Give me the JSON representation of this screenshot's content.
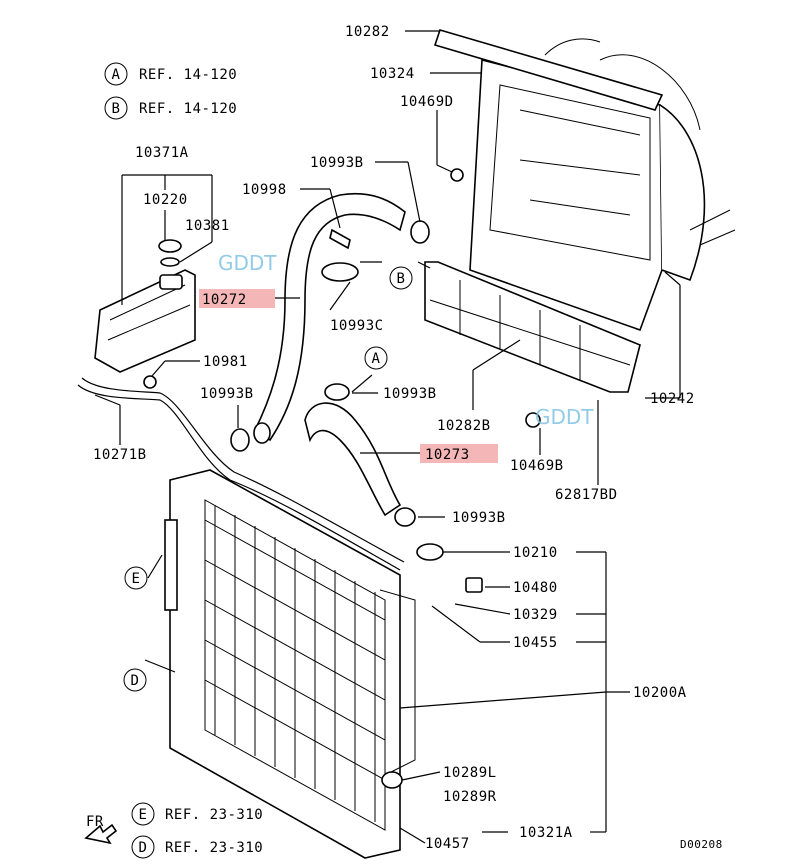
{
  "refs": [
    {
      "letter": "A",
      "text": "REF. 14-120"
    },
    {
      "letter": "B",
      "text": "REF. 14-120"
    },
    {
      "letter": "E",
      "text": "REF. 23-310"
    },
    {
      "letter": "D",
      "text": "REF. 23-310"
    }
  ],
  "callouts": {
    "A": "A",
    "B": "B",
    "E": "E",
    "D": "D"
  },
  "labels": {
    "p10282": "10282",
    "p10324": "10324",
    "p10469D": "10469D",
    "p10371A": "10371A",
    "p10220": "10220",
    "p10381": "10381",
    "p10998": "10998",
    "p10993B_1": "10993B",
    "p10272": "10272",
    "p10993C": "10993C",
    "p10981": "10981",
    "p10993B_2": "10993B",
    "p10993B_3": "10993B",
    "p10271B": "10271B",
    "p10282B": "10282B",
    "p10242": "10242",
    "p10273": "10273",
    "p10469B": "10469B",
    "p62817BD": "62817BD",
    "p10993B_4": "10993B",
    "p10210": "10210",
    "p10480": "10480",
    "p10329": "10329",
    "p10455": "10455",
    "p10200A": "10200A",
    "p10289L": "10289L",
    "p10289R": "10289R",
    "p10457": "10457",
    "p10321A": "10321A",
    "fr": "FR",
    "code": "D00208"
  },
  "watermarks": [
    "GDDT",
    "GDDT"
  ],
  "highlight_color": "#f4b6b6"
}
